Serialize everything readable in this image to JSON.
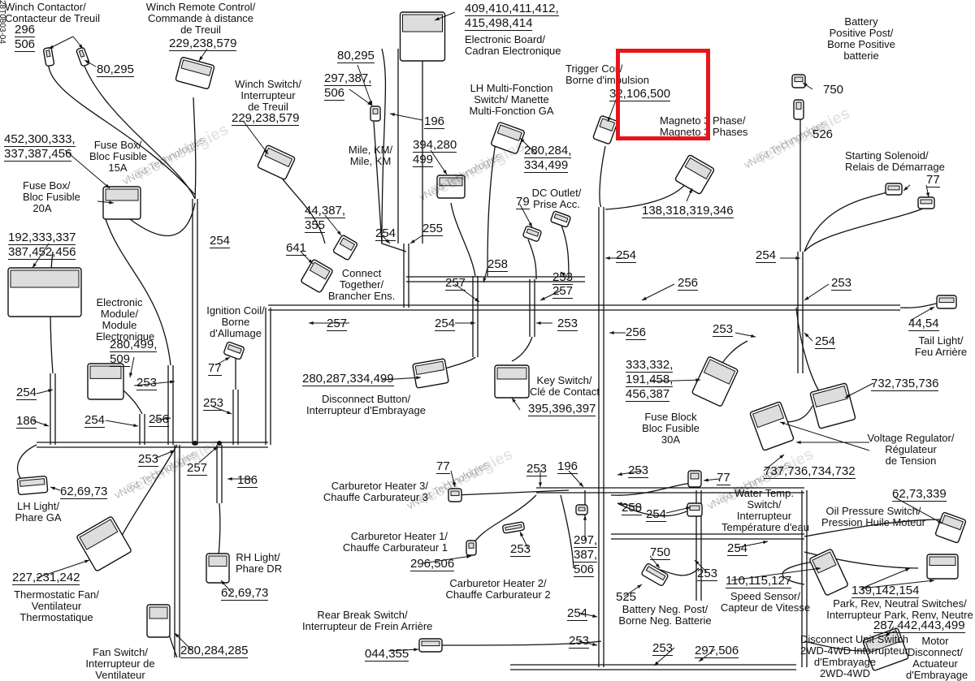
{
  "doc_id": "28T0803-04",
  "highlight_color": "#e8141b",
  "watermark": {
    "brand": "vNext Technologies",
    "brand_line1": "vNext",
    "brand_line2": "Technologies"
  },
  "labels": {
    "winch_contactor": [
      "Winch Contactor/",
      "Contacteur de Treuil"
    ],
    "winch_remote": [
      "Winch Remote Control/",
      "Commande à distance",
      "de Treuil"
    ],
    "electronic_board": [
      "Electronic Board/",
      "Cadran Electronique"
    ],
    "battery_pos": [
      "Battery",
      "Positive Post/",
      "Borne Positive",
      "batterie"
    ],
    "winch_switch": [
      "Winch Switch/",
      "Interrupteur",
      "de Treuil"
    ],
    "lh_multi": [
      "LH Multi-Fonction",
      "Switch/ Manette",
      "Multi-Fonction GA"
    ],
    "trigger_coil": [
      "Trigger Coil/",
      "Borne d'impulsion"
    ],
    "magneto": [
      "Magneto 3 Phase/",
      "Magneto 3 Phases"
    ],
    "fuse_box_15": [
      "Fuse Box/",
      "Bloc Fusible",
      "15A"
    ],
    "mile_km": [
      "Mile, KM/",
      "Mile, KM"
    ],
    "starting_solenoid": [
      "Starting Solenoid/",
      "Relais de Démarrage"
    ],
    "fuse_box_20": [
      "Fuse Box/",
      "Bloc Fusible",
      "20A"
    ],
    "dc_outlet": [
      "DC Outlet/",
      "Prise Acc."
    ],
    "connect_together": [
      "Connect",
      "Together/",
      "Brancher Ens."
    ],
    "electronic_module": [
      "Electronic",
      "Module/",
      "Module",
      "Electronique"
    ],
    "ignition_coil": [
      "Ignition Coil/",
      "Borne",
      "d'Allumage"
    ],
    "tail_light": [
      "Tail Light/",
      "Feu Arrière"
    ],
    "key_switch": [
      "Key Switch/",
      "Clé de Contact"
    ],
    "disconnect_button": [
      "Disconnect Button/",
      "Interrupteur d'Embrayage"
    ],
    "fuse_block_30": [
      "Fuse Block",
      "Bloc Fusible",
      "30A"
    ],
    "voltage_regulator": [
      "Voltage Regulator/",
      "Régulateur",
      "de Tension"
    ],
    "lh_light": [
      "LH Light/",
      "Phare GA"
    ],
    "carb_heater_3": [
      "Carburetor Heater 3/",
      "Chauffe Carburateur 3"
    ],
    "water_temp": [
      "Water Temp.",
      "Switch/",
      "Interrupteur",
      "Température d'eau"
    ],
    "oil_pressure": [
      "Oil Pressure Switch/",
      "Pression Huile Moteur"
    ],
    "carb_heater_1": [
      "Carburetor Heater 1/",
      "Chauffe Carburateur 1"
    ],
    "rh_light": [
      "RH Light/",
      "Phare DR"
    ],
    "thermostatic_fan": [
      "Thermostatic Fan/",
      "Ventilateur",
      "Thermostatique"
    ],
    "carb_heater_2": [
      "Carburetor Heater 2/",
      "Chauffe Carburateur 2"
    ],
    "battery_neg": [
      "Battery Neg. Post/",
      "Borne Neg. Batterie"
    ],
    "speed_sensor": [
      "Speed Sensor/",
      "Capteur de Vitesse"
    ],
    "park_rev": [
      "Park, Rev, Neutral Switches/",
      "Interrupteur Park, Renv, Neutre"
    ],
    "rear_brake": [
      "Rear Break Switch/",
      "Interrupteur de Frein Arrière"
    ],
    "disconnect_unit": [
      "Disconnect Unit Switch",
      "2WD-4WD Interrupteur",
      "d'Embrayage",
      "2WD-4WD"
    ],
    "motor_disconnect": [
      "Motor",
      "Disconnect/",
      "Actuateur",
      "d'Embrayage"
    ],
    "fan_switch": [
      "Fan Switch/",
      "Interrupteur de",
      "Ventilateur"
    ]
  },
  "numbers": {
    "n_winch_contactor": [
      "296",
      "506"
    ],
    "n_80_295_a": [
      "80,295"
    ],
    "n_winch_remote": [
      "229,238,579"
    ],
    "n_board": [
      "409,410,411,412,",
      "415,498,414"
    ],
    "n_80_295_b": [
      "80,295"
    ],
    "n_297_387_506": [
      "297,387,",
      "506"
    ],
    "n_196_a": [
      "196"
    ],
    "n_750_a": [
      "750"
    ],
    "n_trigger": [
      "32,106,500"
    ],
    "n_526": [
      "526"
    ],
    "n_winch_switch": [
      "229,238,579"
    ],
    "n_fuse15": [
      "452,300,333,",
      "337,387,456"
    ],
    "n_394_499": [
      "394,280",
      "499"
    ],
    "n_280_284": [
      "280,284,",
      "334,499"
    ],
    "n_77_a": [
      "77"
    ],
    "n_magneto": [
      "138,318,319,346"
    ],
    "n_79": [
      "79"
    ],
    "n_44_387": [
      "44,387,",
      "355"
    ],
    "n_254_a": [
      "254"
    ],
    "n_255": [
      "255"
    ],
    "n_254_b": [
      "254"
    ],
    "n_fuse20": [
      "192,333,337",
      "387,452,456"
    ],
    "n_641": [
      "641"
    ],
    "n_258_a": [
      "258"
    ],
    "n_253_a": [
      "253"
    ],
    "n_254_c": [
      "254"
    ],
    "n_254_d": [
      "254"
    ],
    "n_256_a": [
      "256"
    ],
    "n_253_b": [
      "253"
    ],
    "n_257_a": [
      "257"
    ],
    "n_257_b": [
      "257"
    ],
    "n_44_54": [
      "44,54"
    ],
    "n_257_c": [
      "257"
    ],
    "n_254_e": [
      "254"
    ],
    "n_253_c": [
      "253"
    ],
    "n_256_b": [
      "256"
    ],
    "n_253_d": [
      "253"
    ],
    "n_254_f": [
      "254"
    ],
    "n_module": [
      "280,499,",
      "509"
    ],
    "n_77_b": [
      "77"
    ],
    "n_disconnect": [
      "280,287,334,499"
    ],
    "n_fuse30": [
      "333,332,",
      "191,458,",
      "456,387"
    ],
    "n_vreg": [
      "732,735,736"
    ],
    "n_253_e": [
      "253"
    ],
    "n_254_g": [
      "254"
    ],
    "n_key": [
      "395,396,397"
    ],
    "n_253_f": [
      "253"
    ],
    "n_186_a": [
      "186"
    ],
    "n_254_h": [
      "254"
    ],
    "n_256_c": [
      "256"
    ],
    "n_253_g": [
      "253"
    ],
    "n_257_d": [
      "257"
    ],
    "n_77_c": [
      "77"
    ],
    "n_253_h": [
      "253"
    ],
    "n_196_b": [
      "196"
    ],
    "n_186_b": [
      "186"
    ],
    "n_253_i": [
      "253"
    ],
    "n_77_d": [
      "77"
    ],
    "n_vreg2": [
      "737,736,734,732"
    ],
    "n_lh_light": [
      "62,69,73"
    ],
    "n_258_b": [
      "258"
    ],
    "n_254_i": [
      "254"
    ],
    "n_oil": [
      "62,73,339"
    ],
    "n_253_j": [
      "253"
    ],
    "n_296_506": [
      "296,506"
    ],
    "n_297_387_506_b": [
      "297,",
      "387,",
      "506"
    ],
    "n_750_b": [
      "750"
    ],
    "n_254_j": [
      "254"
    ],
    "n_253_k": [
      "253"
    ],
    "n_fan": [
      "227,231,242"
    ],
    "n_speed": [
      "110,115,127"
    ],
    "n_park": [
      "139,142,154"
    ],
    "n_rh_light": [
      "62,69,73"
    ],
    "n_525": [
      "525"
    ],
    "n_254_k": [
      "254"
    ],
    "n_287": [
      "287,442,443,499"
    ],
    "n_253_l": [
      "253"
    ],
    "n_044_355": [
      "044,355"
    ],
    "n_253_m": [
      "253"
    ],
    "n_297_506": [
      "297,506"
    ],
    "n_fan_switch": [
      "280,284,285"
    ]
  }
}
